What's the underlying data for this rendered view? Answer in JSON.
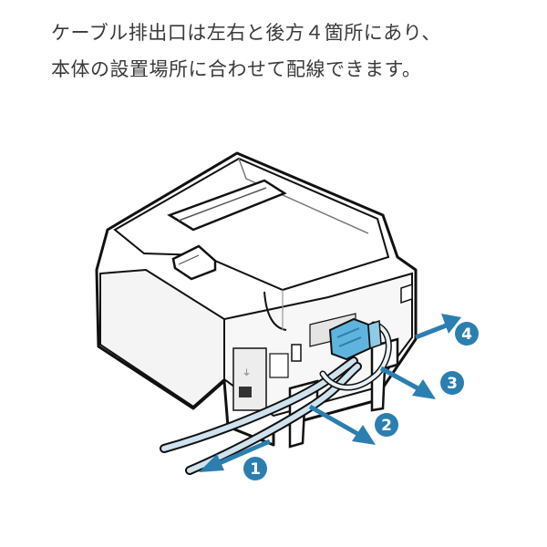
{
  "caption": {
    "line1": "ケーブル排出口は左右と後方４箇所にあり、",
    "line2": "本体の設置場所に合わせて配線できます。"
  },
  "exits": [
    {
      "number": "1"
    },
    {
      "number": "2"
    },
    {
      "number": "3"
    },
    {
      "number": "4"
    }
  ],
  "colors": {
    "arrow": "#2b7fb0",
    "cable": "#cfe3ef",
    "plug": "#5fb4dd",
    "outline": "#111111",
    "body": "#ffffff"
  }
}
